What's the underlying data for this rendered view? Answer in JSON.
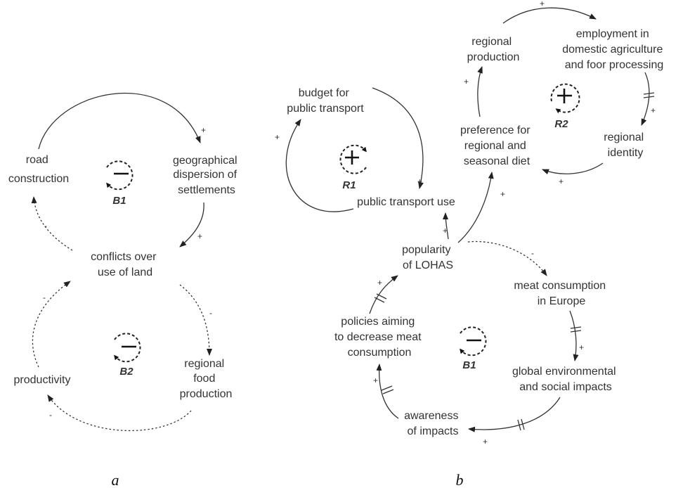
{
  "diagram_a": {
    "panel_label": "a",
    "nodes": {
      "road_construction": [
        "road",
        "construction"
      ],
      "geographical_dispersion": [
        "geographical",
        "dispersion of",
        "settlements"
      ],
      "conflicts_over_land": [
        "conflicts over",
        "use of land"
      ],
      "regional_food_production": [
        "regional",
        "food",
        "production"
      ],
      "productivity": [
        "productivity"
      ]
    },
    "loops": {
      "b1": "B1",
      "b2": "B2"
    },
    "signs": {
      "road_to_dispersion": "+",
      "dispersion_to_conflicts": "+",
      "conflicts_to_road": "-",
      "conflicts_to_food": "-",
      "food_to_productivity": "-",
      "productivity_to_conflicts": "-"
    }
  },
  "diagram_b": {
    "panel_label": "b",
    "nodes": {
      "budget_public_transport": [
        "budget for",
        "public transport"
      ],
      "public_transport_use": [
        "public transport use"
      ],
      "regional_production": [
        "regional",
        "production"
      ],
      "employment": [
        "employment in",
        "domestic agriculture",
        "and foor processing"
      ],
      "regional_identity": [
        "regional",
        "identity"
      ],
      "preference_regional_diet": [
        "preference for",
        "regional and",
        "seasonal diet"
      ],
      "popularity_lohas": [
        "popularity",
        "of LOHAS"
      ],
      "meat_consumption": [
        "meat consumption",
        "in Europe"
      ],
      "policies": [
        "policies aiming",
        "to decrease meat",
        "consumption"
      ],
      "global_impacts": [
        "global environmental",
        "and social impacts"
      ],
      "awareness": [
        "awareness",
        "of impacts"
      ]
    },
    "loops": {
      "r1": "R1",
      "r2": "R2",
      "b1": "B1"
    },
    "signs": {
      "budget_to_transport": "+",
      "transport_to_budget": "+",
      "popularity_to_transport": "+",
      "popularity_to_preference": "+",
      "preference_to_production": "+",
      "production_to_employment": "+",
      "employment_to_identity": "+",
      "identity_to_preference": "+",
      "popularity_to_meat": "-",
      "meat_to_impacts": "+",
      "impacts_to_awareness": "+",
      "awareness_to_policies": "+",
      "policies_to_popularity": "+"
    }
  }
}
